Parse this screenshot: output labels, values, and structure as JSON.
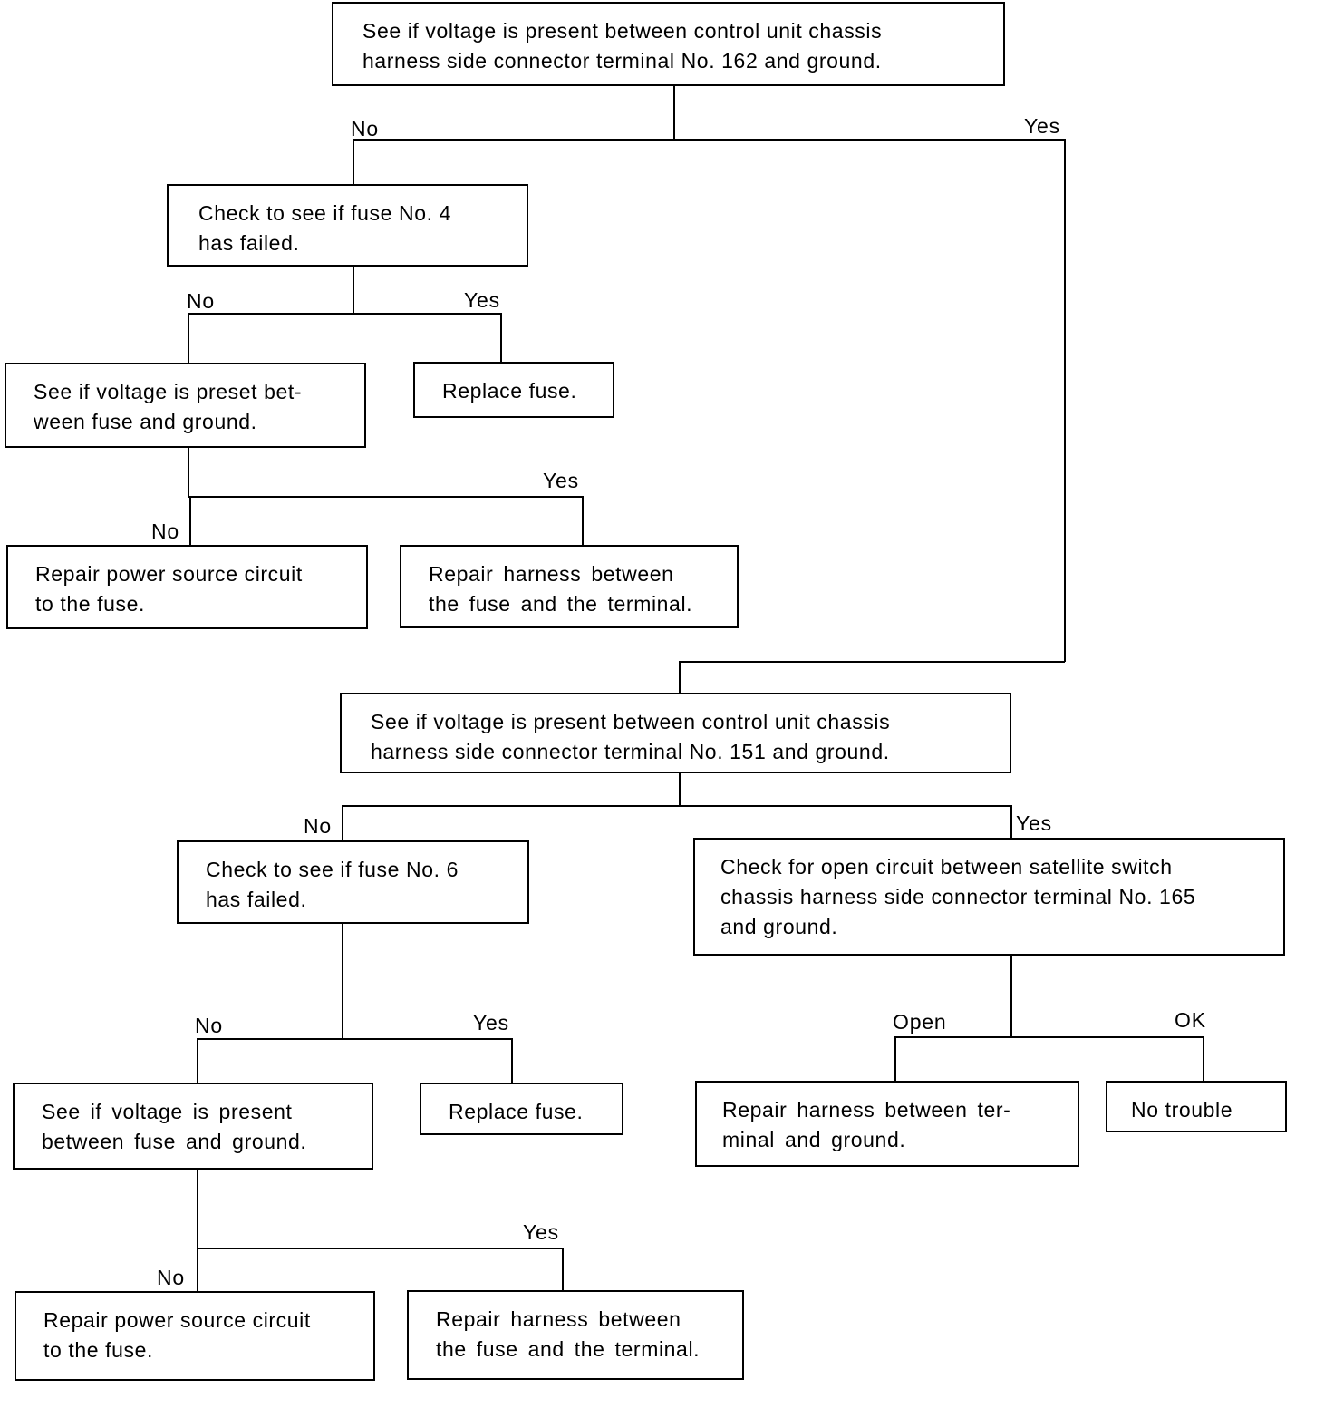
{
  "colors": {
    "line": "#000000",
    "background": "#ffffff"
  },
  "boxes": {
    "q1": "See if voltage is present between control unit chassis\nharness side connector terminal No. 162 and ground.",
    "q2": "Check to see if fuse No. 4\nhas failed.",
    "q3": "See if voltage is preset bet-\nween fuse and ground.",
    "a1": "Replace fuse.",
    "a2": "Repair power source circuit\nto the fuse.",
    "a3": "Repair harness between\nthe fuse and the terminal.",
    "q4": "See if voltage is present between control unit chassis\nharness side connector terminal No. 151 and ground.",
    "q5": "Check to see if fuse No. 6\nhas failed.",
    "q6": "Check for open circuit between satellite switch\nchassis harness side connector terminal No. 165\nand ground.",
    "q7": "See if voltage is present\nbetween fuse and ground.",
    "a4": "Replace fuse.",
    "a5": "Repair harness between ter-\nminal and ground.",
    "a6": "No trouble",
    "a7": "Repair power source circuit\nto the fuse.",
    "a8": "Repair harness between\nthe fuse and the terminal."
  },
  "labels": {
    "no": "No",
    "yes": "Yes",
    "open": "Open",
    "ok": "OK"
  }
}
